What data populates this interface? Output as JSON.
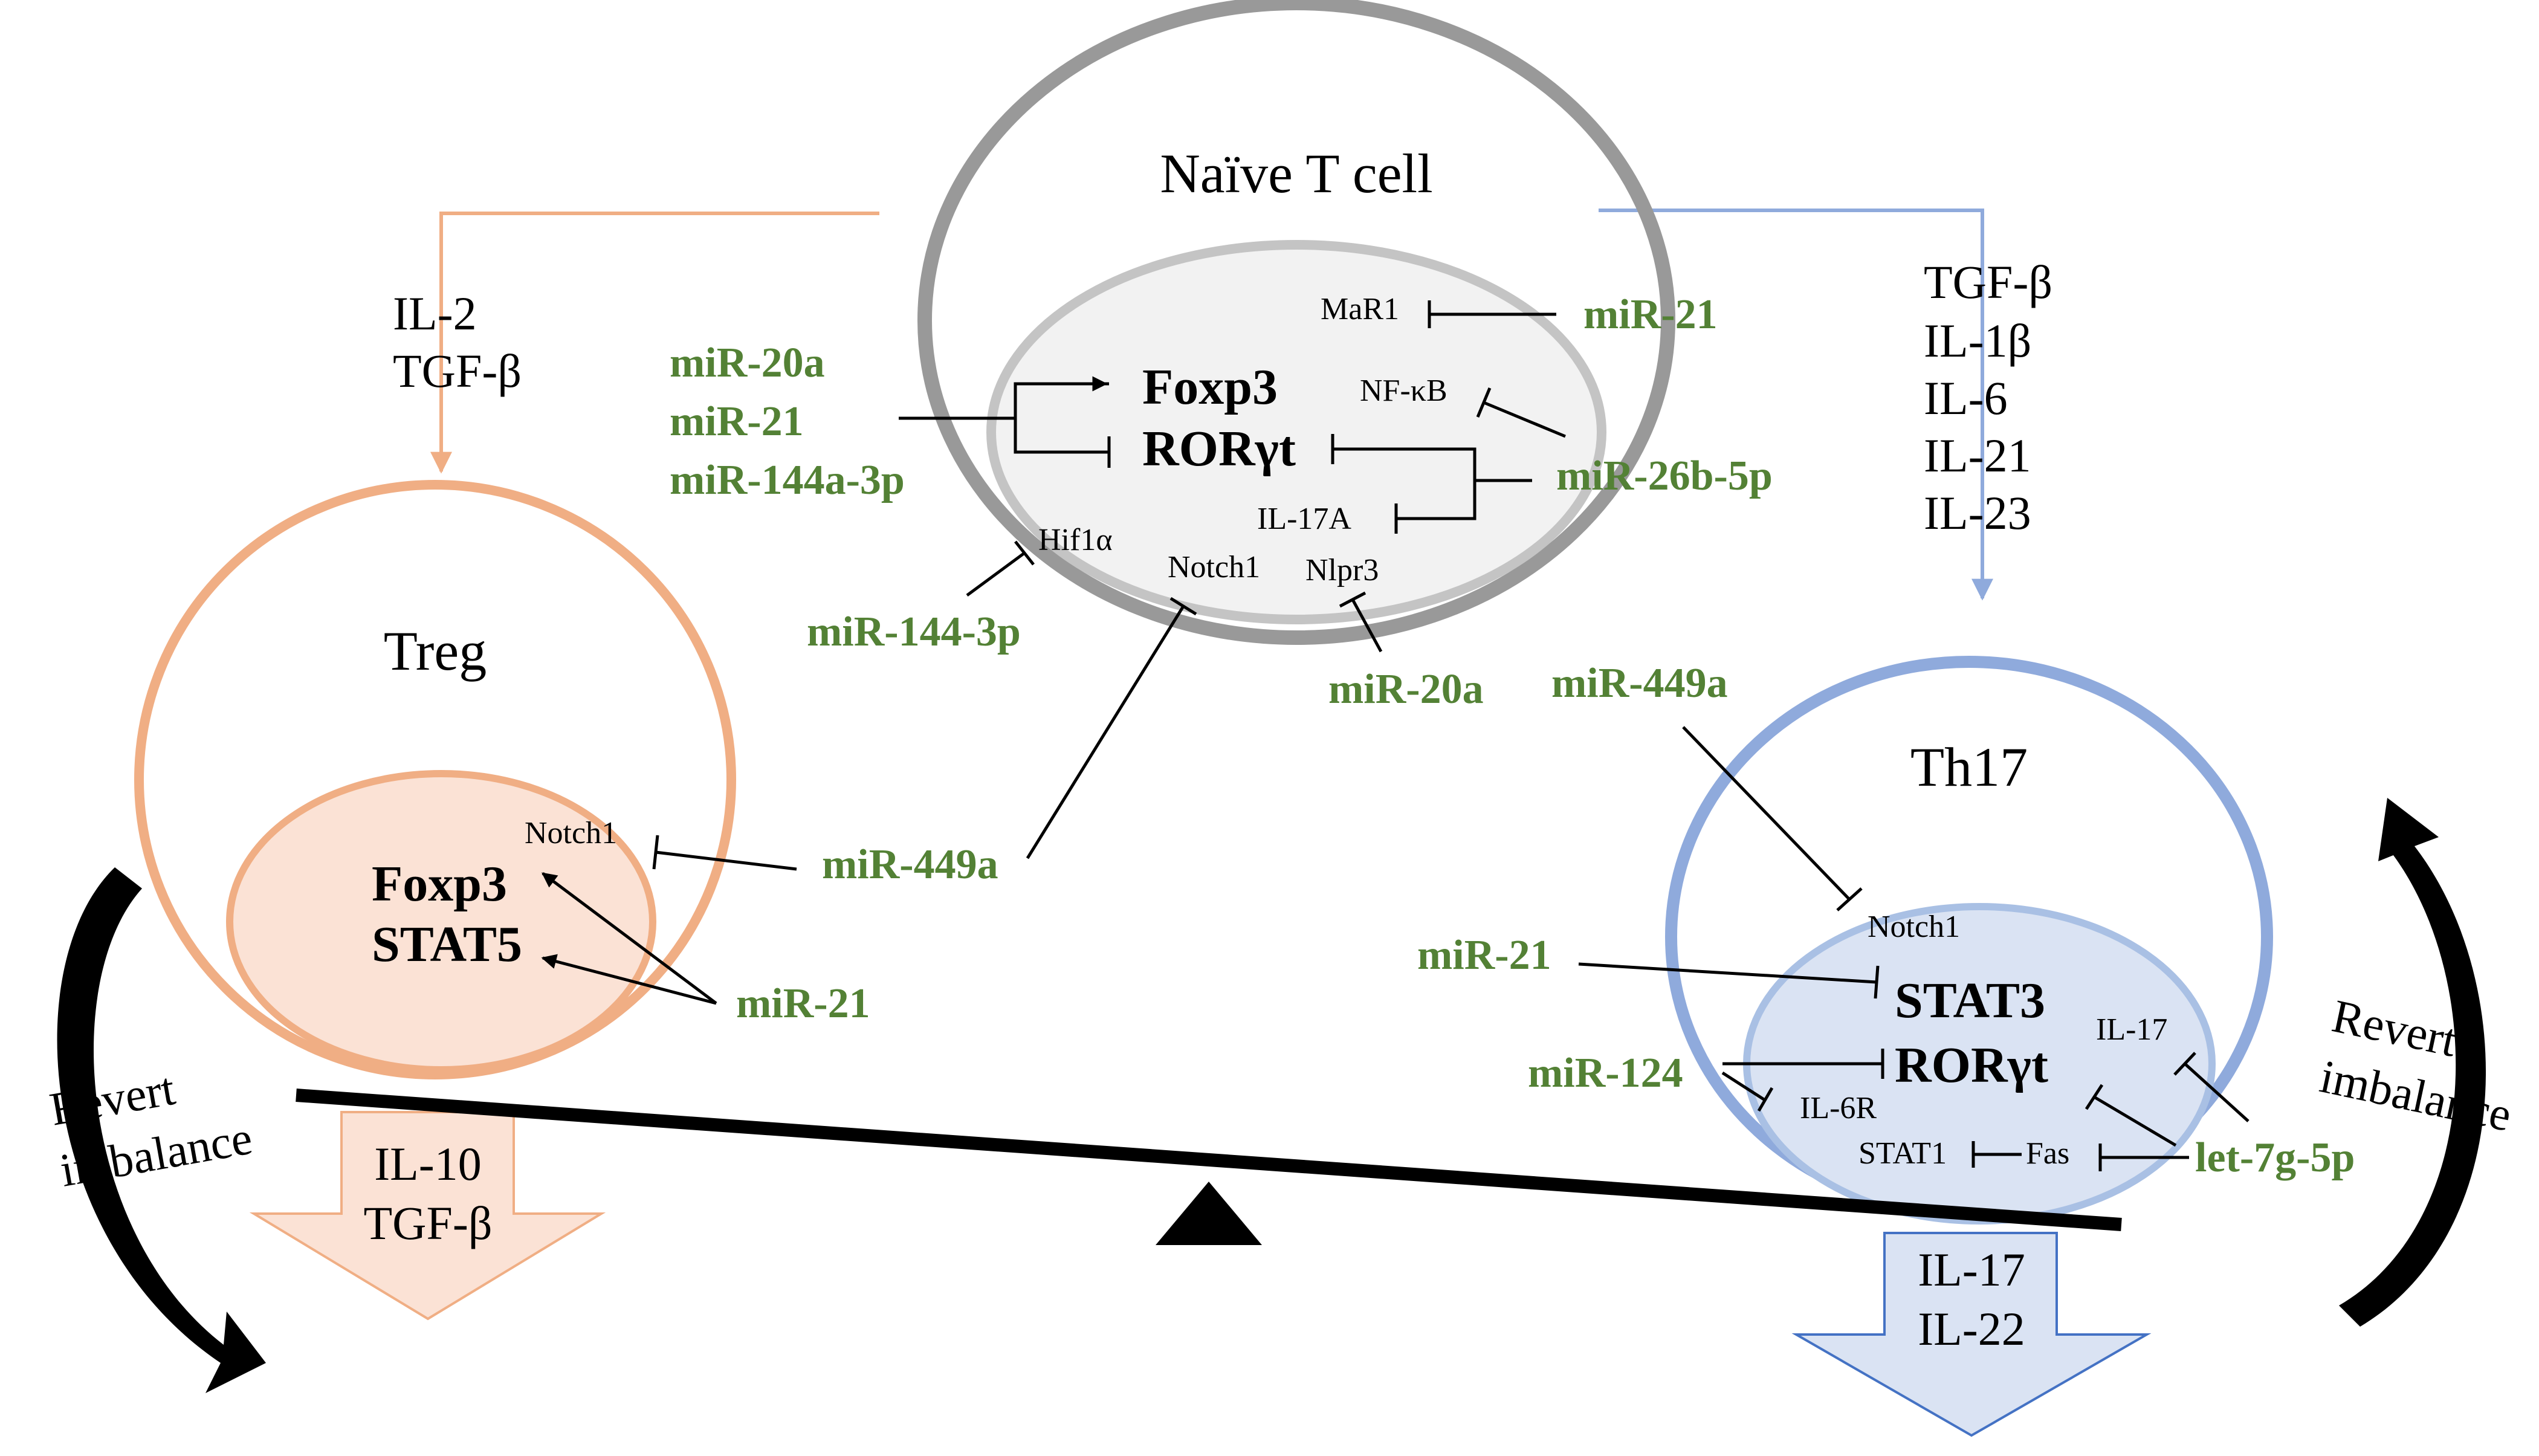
{
  "colors": {
    "mirna": "#538135",
    "naive_outer": "#999999",
    "naive_inner": "#c4c4c4",
    "naive_fill": "#f2f2f2",
    "treg": "#f0ae84",
    "treg_fill": "#fbe2d5",
    "th17": "#8faadc",
    "th17_inner": "#a9c0e4",
    "th17_fill": "#dae3f3"
  },
  "naive": {
    "title": "Naïve T cell",
    "foxp3": "Foxp3",
    "rorgt": "RORγt",
    "mar1": "MaR1",
    "nfkb": "NF-κB",
    "il17a": "IL-17A",
    "hif1a": "Hif1α",
    "notch1": "Notch1",
    "nlpr3": "Nlpr3"
  },
  "mirnas": {
    "mir21_top": "miR-21",
    "mir20a_left": "miR-20a",
    "mir21_left": "miR-21",
    "mir144a": "miR-144a-3p",
    "mir26b": "miR-26b-5p",
    "mir144": "miR-144-3p",
    "mir20a_bottom": "miR-20a",
    "mir449a_mid": "miR-449a",
    "mir21_treg": "miR-21",
    "mir449a_th17": "miR-449a",
    "mir21_th17": "miR-21",
    "mir124": "miR-124",
    "let7g": "let-7g-5p"
  },
  "left_branch": {
    "line1": "IL-2",
    "line2": "TGF-β"
  },
  "right_branch": {
    "line1": "TGF-β",
    "line2": "IL-1β",
    "line3": "IL-6",
    "line4": "IL-21",
    "line5": "IL-23"
  },
  "treg": {
    "title": "Treg",
    "notch1": "Notch1",
    "foxp3": "Foxp3",
    "stat5": "STAT5",
    "output1": "IL-10",
    "output2": "TGF-β"
  },
  "th17": {
    "title": "Th17",
    "notch1": "Notch1",
    "stat3": "STAT3",
    "rorgt": "RORγt",
    "il17": "IL-17",
    "il6r": "IL-6R",
    "stat1": "STAT1",
    "fas": "Fas",
    "output1": "IL-17",
    "output2": "IL-22"
  },
  "revert_left": {
    "line1": "Revert",
    "line2": "imbalance"
  },
  "revert_right": {
    "line1": "Revert",
    "line2": "imbalance"
  }
}
